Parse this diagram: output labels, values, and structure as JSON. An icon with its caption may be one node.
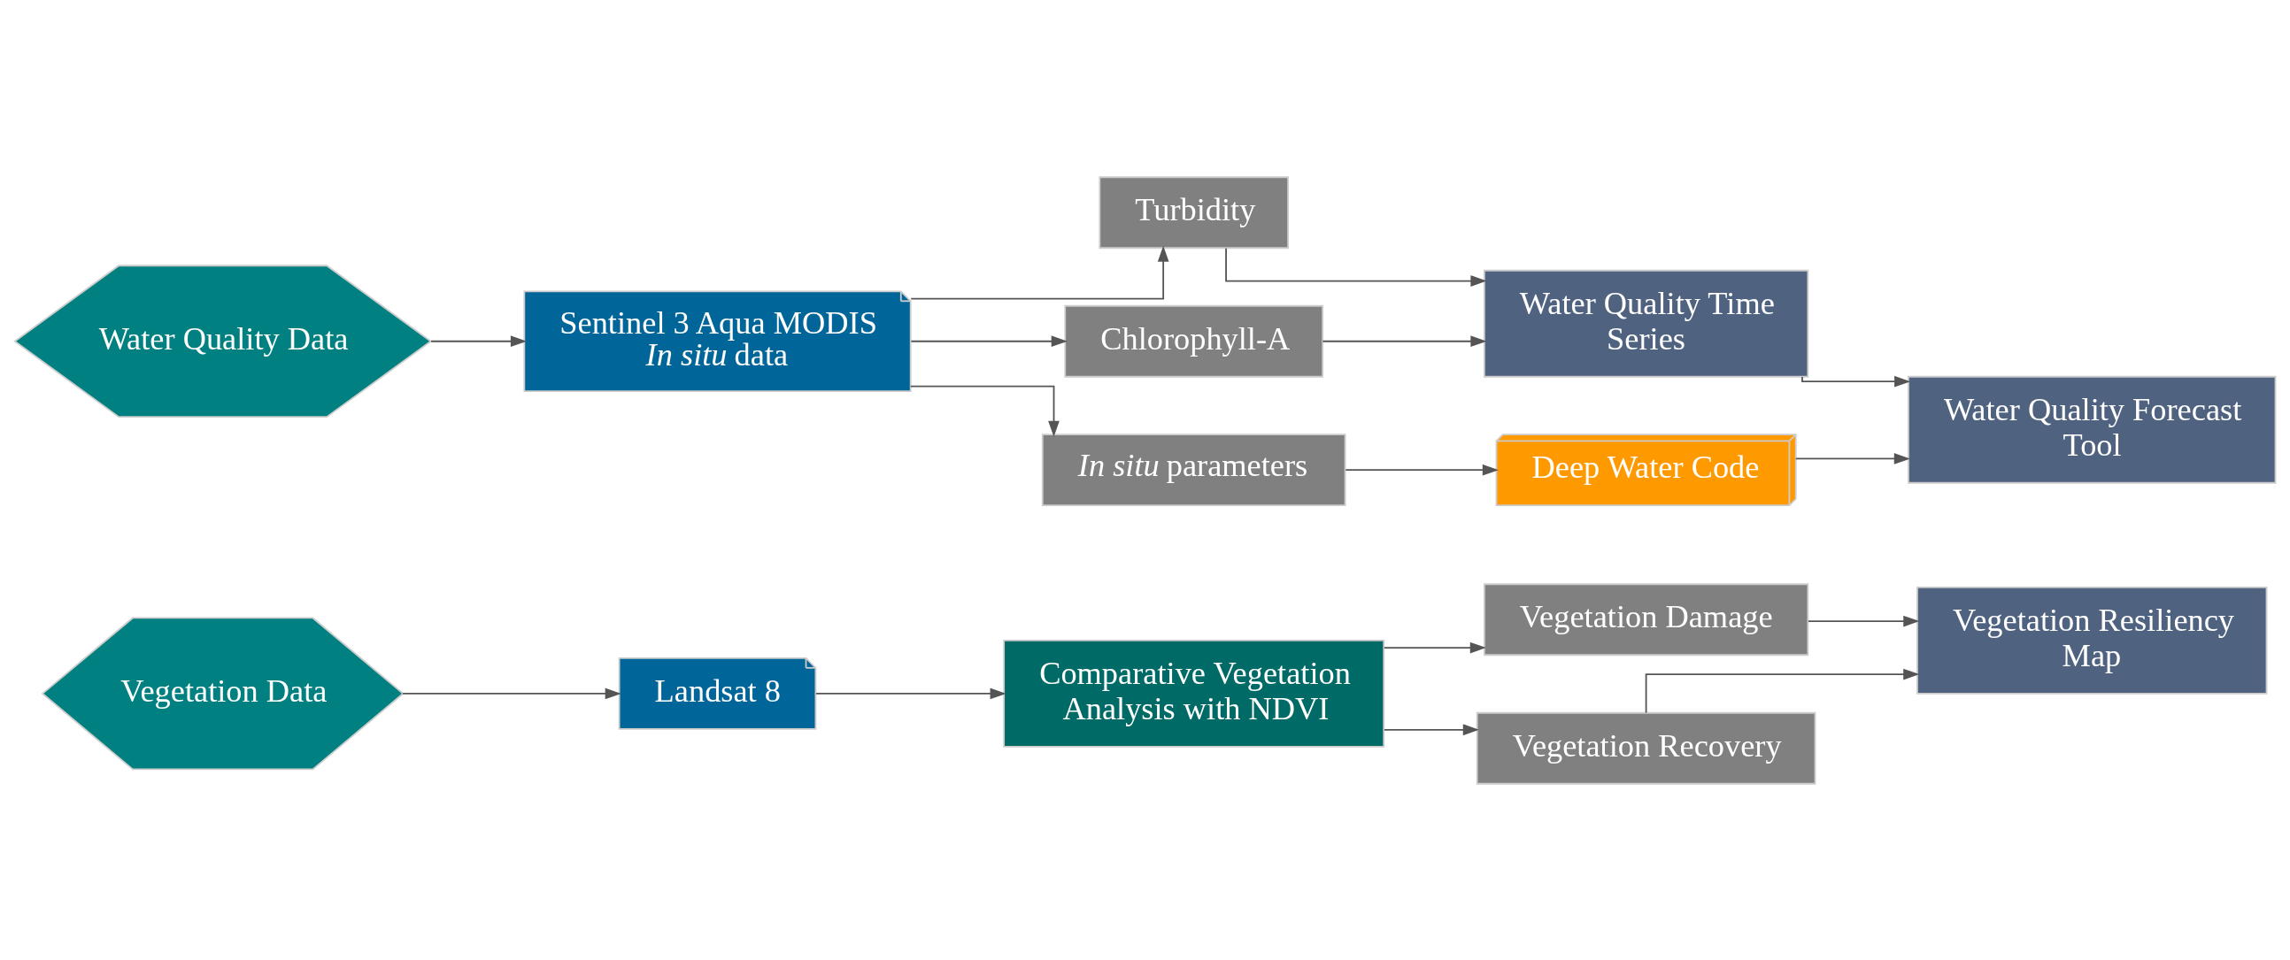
{
  "diagram": {
    "nodes": [
      {
        "text": [
          "Vegetation Data"
        ]
      },
      {
        "text": [
          "Landsat 8"
        ]
      },
      {
        "text": [
          "Comparative Vegetation Analysis with NDVI"
        ]
      },
      {
        "text": [
          "Vegetation Damage"
        ]
      },
      {
        "text": [
          "Vegetation Recovery"
        ]
      },
      {
        "text": [
          "Vegetation Resiliency Map"
        ]
      },
      {
        "text": [
          "Water Quality Data"
        ]
      },
      {
        "text": [
          "Sentinel 3 Aqua MODIS *In situ* data"
        ]
      },
      {
        "text": [
          "Turbidity"
        ]
      },
      {
        "text": [
          "Chlorophyll-A"
        ]
      },
      {
        "text": [
          "*In situ* parameters"
        ]
      },
      {
        "text": [
          "Water Quality Time Series"
        ]
      },
      {
        "text": [
          "Deep Water Code"
        ]
      },
      {
        "text": [
          "Water Quality Forecast Tool"
        ]
      }
    ],
    "edges": [
      {
        "from": 0,
        "to": 1,
        "arrow": "to"
      },
      {
        "from": 1,
        "to": 2,
        "arrow": "to"
      },
      {
        "from": 2,
        "to": 3,
        "arrow": "to"
      },
      {
        "from": 2,
        "to": 4,
        "arrow": "to"
      },
      {
        "from": 3,
        "to": 5,
        "arrow": "to"
      },
      {
        "from": 4,
        "to": 5,
        "arrow": "to"
      },
      {
        "from": 6,
        "to": 7,
        "arrow": "to"
      },
      {
        "from": 7,
        "to": 8,
        "arrow": "to"
      },
      {
        "from": 7,
        "to": 9,
        "arrow": "to"
      },
      {
        "from": 7,
        "to": 10,
        "arrow": "to"
      },
      {
        "from": 8,
        "to": 11,
        "arrow": "to"
      },
      {
        "from": 9,
        "to": 11,
        "arrow": "to"
      },
      {
        "from": 10,
        "to": 12,
        "arrow": "to"
      },
      {
        "from": 11,
        "to": 13,
        "arrow": "to"
      },
      {
        "from": 12,
        "to": 13,
        "arrow": "to"
      }
    ]
  }
}
